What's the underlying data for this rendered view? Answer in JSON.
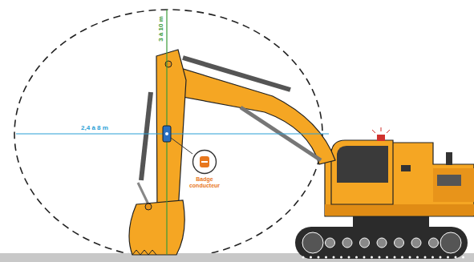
{
  "diagram": {
    "nodes": [
      {
        "text": [
          "Badge conducteur"
        ]
      }
    ],
    "labels": [
      "3 à 10 m",
      "2,4 à 8 m"
    ]
  }
}
